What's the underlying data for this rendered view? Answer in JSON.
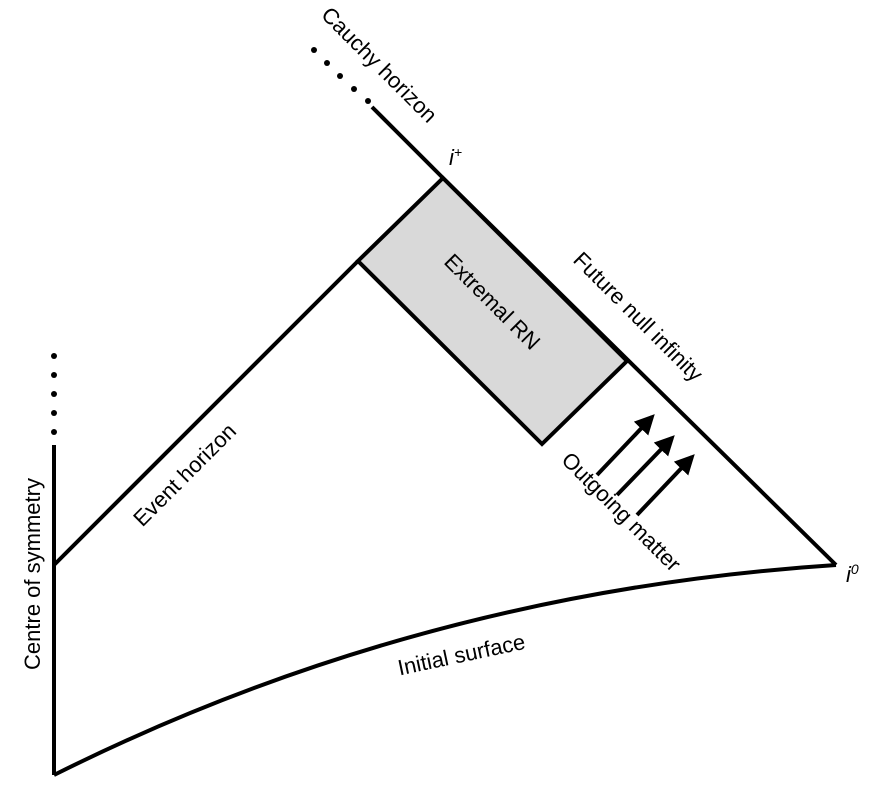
{
  "colors": {
    "line": "#000000",
    "region_fill": "#d9d9d9",
    "background": "#ffffff"
  },
  "labels": {
    "cauchy_horizon": "Cauchy horizon",
    "i_plus_base": "i",
    "i_plus_sup": "+",
    "extremal_rn": "Extremal RN",
    "future_null_infinity": "Future null infinity",
    "event_horizon": "Event horizon",
    "centre_of_symmetry": "Centre of symmetry",
    "outgoing_matter": "Outgoing matter",
    "initial_surface": "Initial surface",
    "i_zero_base": "i",
    "i_zero_sup": "0"
  }
}
